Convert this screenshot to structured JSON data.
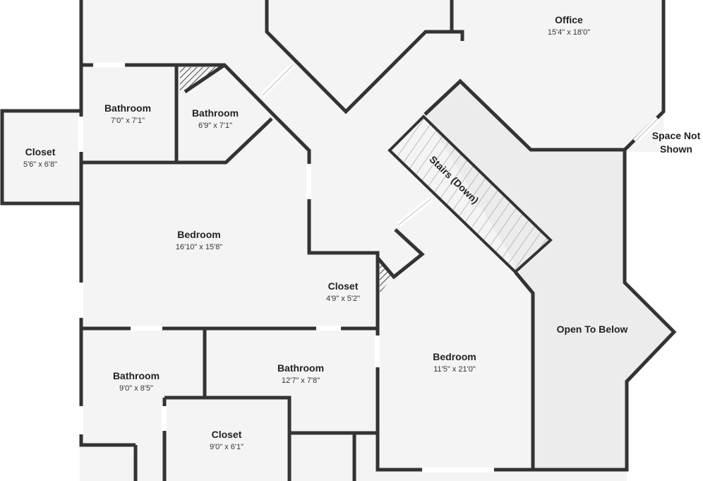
{
  "floor_plan": {
    "colors": {
      "room_fill": "#f4f4f4",
      "open_fill": "#ececec",
      "wall": "#333333",
      "window": "#cfcfcf"
    },
    "rooms": {
      "office": {
        "name": "Office",
        "dims": "15'4\" x 18'0\""
      },
      "space_not_shown": {
        "name_line1": "Space Not",
        "name_line2": "Shown"
      },
      "bath_a": {
        "name": "Bathroom",
        "dims": "7'0\" x 7'1\""
      },
      "bath_b": {
        "name": "Bathroom",
        "dims": "6'9\" x 7'1\""
      },
      "closet_left": {
        "name": "Closet",
        "dims": "5'6\" x 6'8\""
      },
      "bedroom_main": {
        "name": "Bedroom",
        "dims": "16'10\" x 15'8\""
      },
      "stairs": {
        "name": "Stairs (Down)"
      },
      "closet_mid": {
        "name": "Closet",
        "dims": "4'9\" x 5'2\""
      },
      "open_below": {
        "name": "Open To Below"
      },
      "bedroom_right": {
        "name": "Bedroom",
        "dims": "11'5\" x 21'0\""
      },
      "bath_c": {
        "name": "Bathroom",
        "dims": "9'0\" x 8'5\""
      },
      "bath_d": {
        "name": "Bathroom",
        "dims": "12'7\" x 7'8\""
      },
      "closet_bottom": {
        "name": "Closet",
        "dims": "9'0\" x 6'1\""
      }
    }
  }
}
